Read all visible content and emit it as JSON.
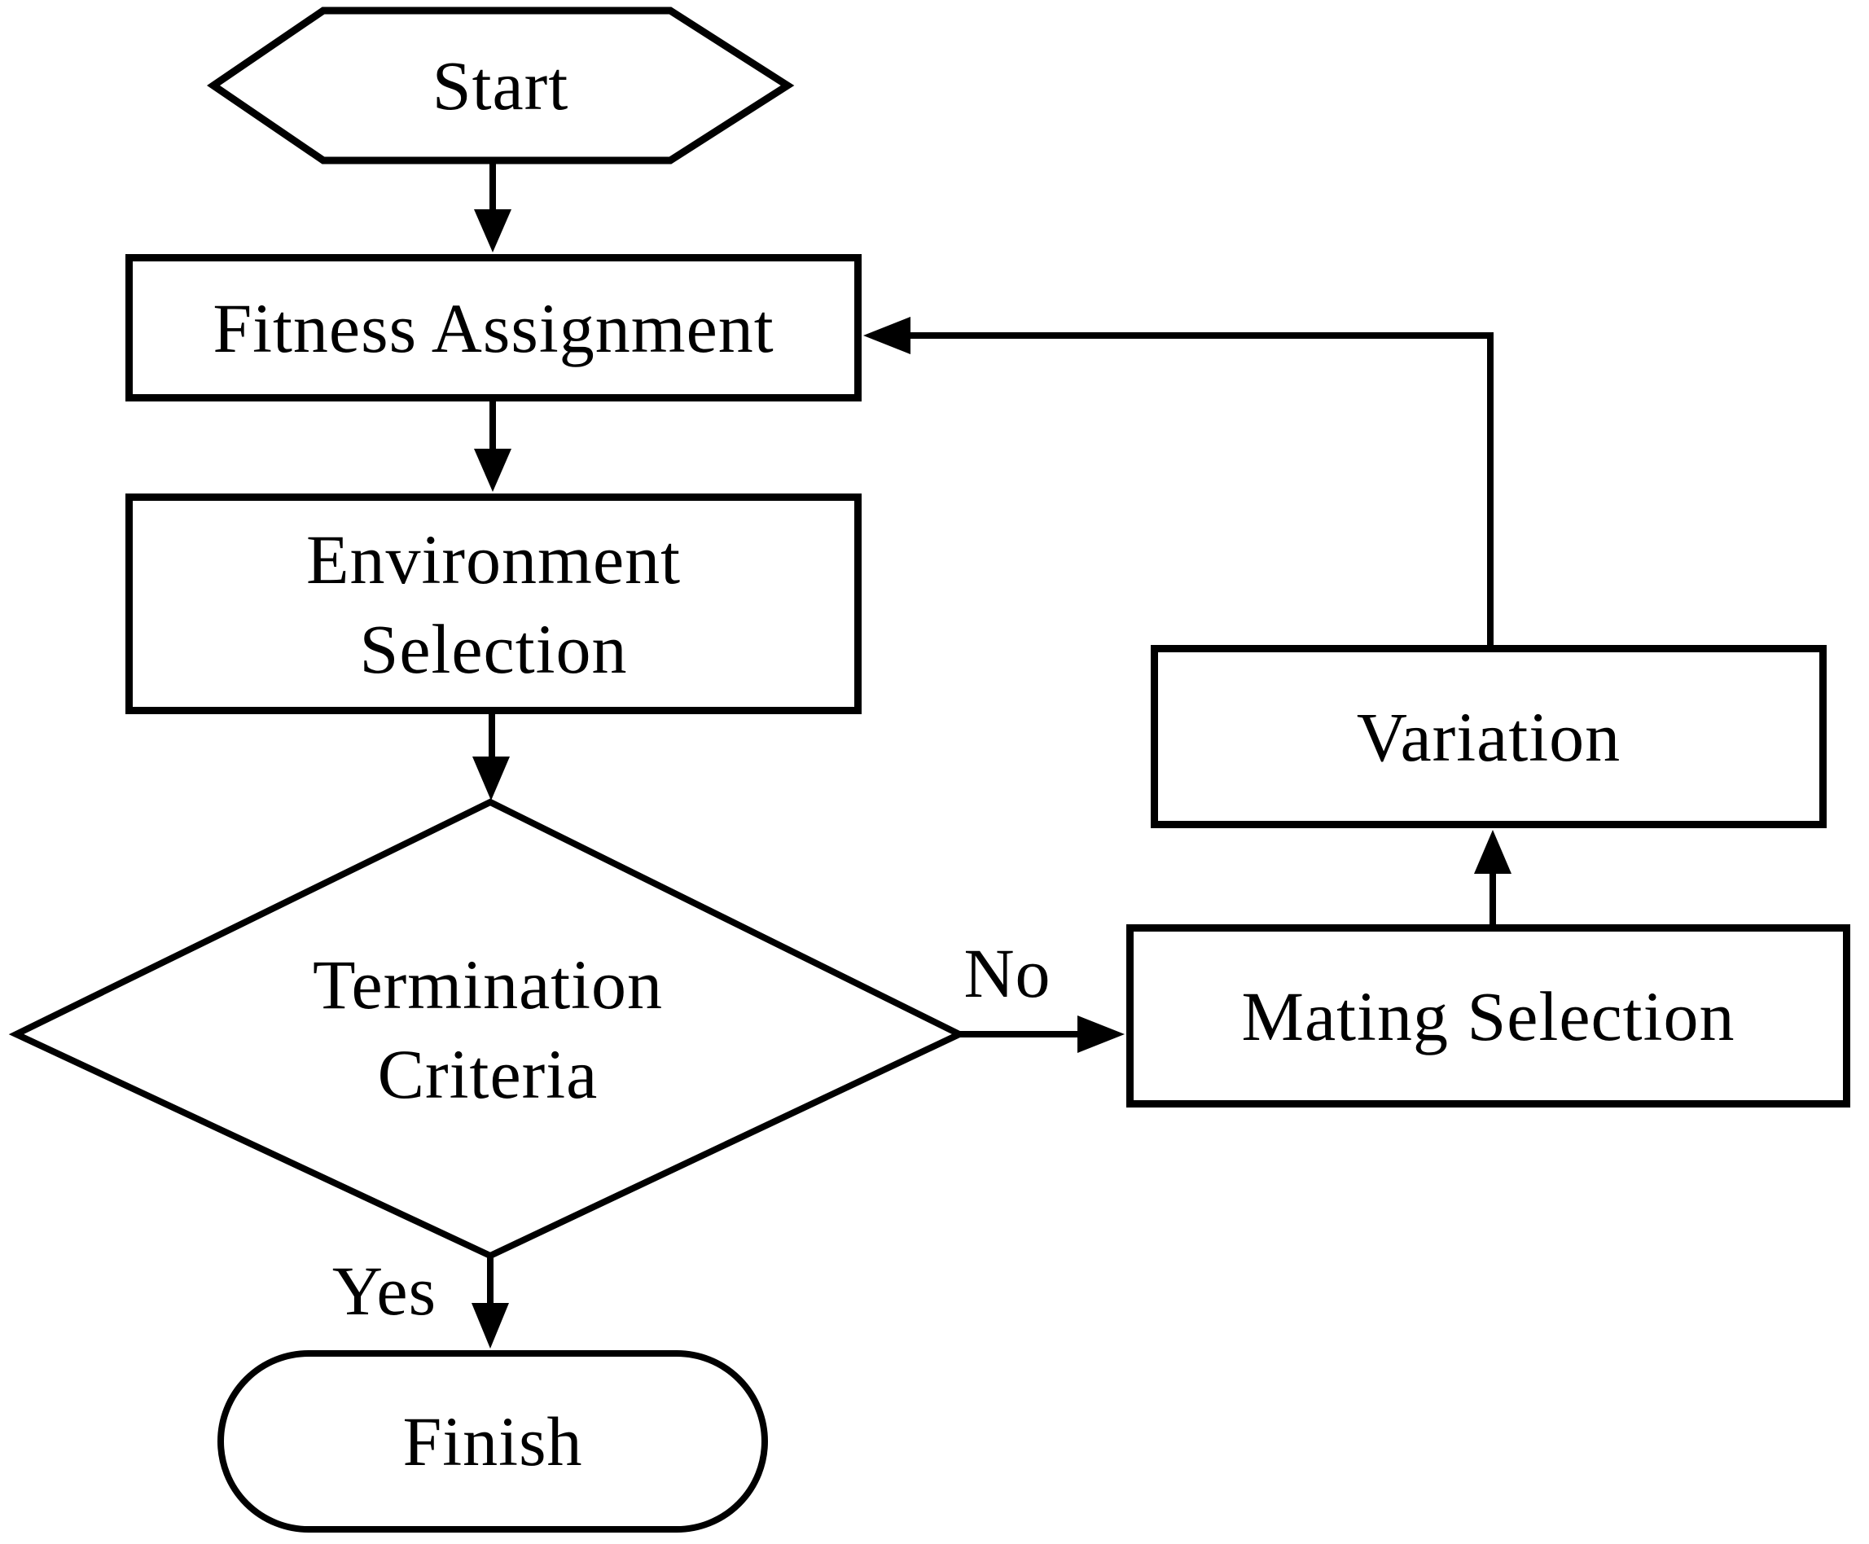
{
  "flowchart": {
    "nodes": {
      "start": {
        "label": "Start",
        "shape": "hexagon"
      },
      "fitness_assignment": {
        "label": "Fitness Assignment",
        "shape": "rectangle"
      },
      "environment_selection": {
        "line1": "Environment",
        "line2": "Selection",
        "shape": "rectangle"
      },
      "termination_criteria": {
        "line1": "Termination",
        "line2": "Criteria",
        "shape": "diamond"
      },
      "mating_selection": {
        "label": "Mating Selection",
        "shape": "rectangle"
      },
      "variation": {
        "label": "Variation",
        "shape": "rectangle"
      },
      "finish": {
        "label": "Finish",
        "shape": "stadium"
      }
    },
    "branch_labels": {
      "yes": "Yes",
      "no": "No"
    },
    "edges": [
      {
        "from": "start",
        "to": "fitness_assignment",
        "label": ""
      },
      {
        "from": "fitness_assignment",
        "to": "environment_selection",
        "label": ""
      },
      {
        "from": "environment_selection",
        "to": "termination_criteria",
        "label": ""
      },
      {
        "from": "termination_criteria",
        "to": "mating_selection",
        "label": "No"
      },
      {
        "from": "mating_selection",
        "to": "variation",
        "label": ""
      },
      {
        "from": "variation",
        "to": "fitness_assignment",
        "label": ""
      },
      {
        "from": "termination_criteria",
        "to": "finish",
        "label": "Yes"
      }
    ],
    "colors": {
      "stroke": "#000000",
      "fill": "#ffffff",
      "text": "#000000"
    }
  }
}
